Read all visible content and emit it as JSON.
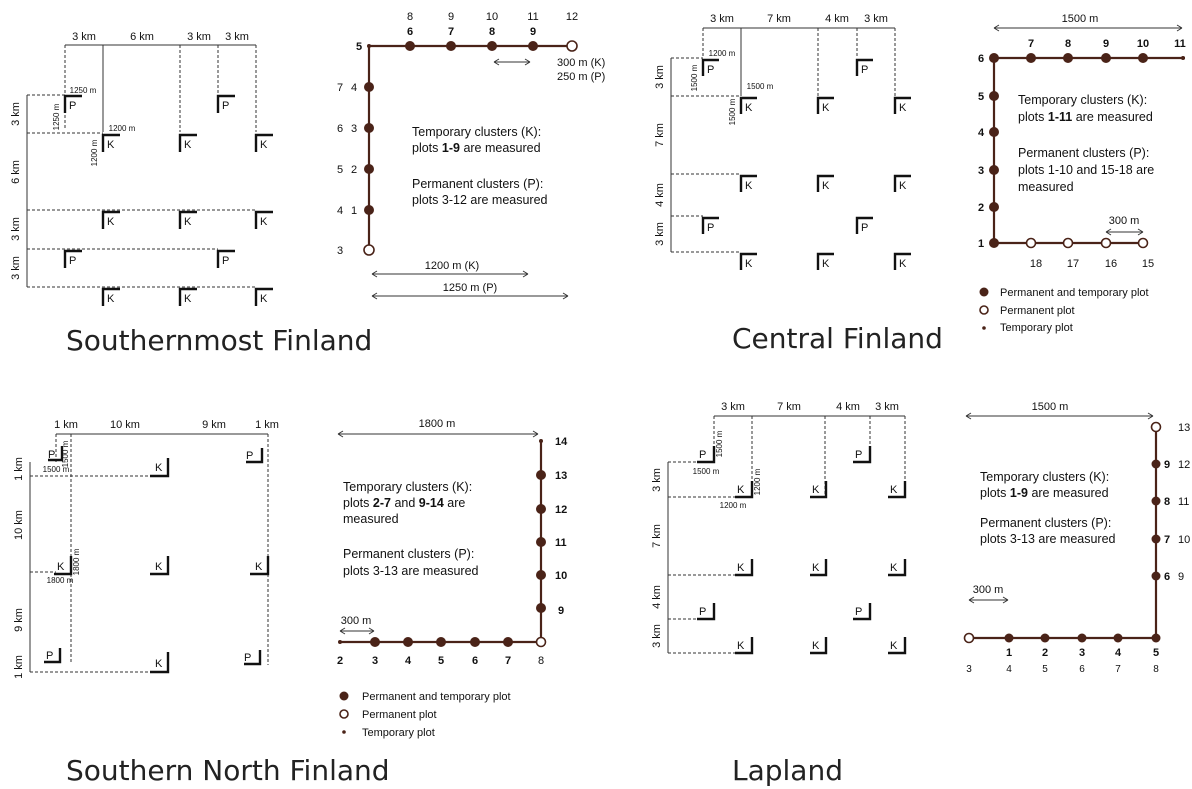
{
  "regions": {
    "south": {
      "title": "Southernmost Finland",
      "top_dims": [
        "3 km",
        "6 km",
        "3 km",
        "3 km"
      ],
      "left_dims": [
        "3 km",
        "6 km",
        "3 km",
        "3 km"
      ],
      "small": {
        "a": "1250 m",
        "b": "1250 m",
        "c": "1200 m",
        "d": "1200 m"
      },
      "top_nums": [
        "8",
        "9",
        "10",
        "11",
        "12"
      ],
      "row_nums": [
        "6",
        "7",
        "8",
        "9"
      ],
      "col_nums_left": [
        "7",
        "6",
        "5",
        "4",
        "3"
      ],
      "col_nums_right": [
        "4",
        "3",
        "2",
        "1"
      ],
      "corner": "5",
      "dist_300_k": "300 m (K)",
      "dist_250_p": "250 m (P)",
      "dist_1200": "1200 m (K)",
      "dist_1250": "1250 m (P)",
      "note_k": "Temporary clusters (K):",
      "note_k2_pre": "plots ",
      "note_k2_bold": "1-9",
      "note_k2_post": " are measured",
      "note_p": "Permanent clusters (P):",
      "note_p2": "plots 3-12 are measured"
    },
    "central": {
      "title": "Central Finland",
      "top_dims": [
        "3 km",
        "7 km",
        "4 km",
        "3 km"
      ],
      "left_dims": [
        "3 km",
        "7 km",
        "4 km",
        "3 km"
      ],
      "small": {
        "a": "1200 m",
        "b": "1500 m",
        "c": "1500 m",
        "d": "1500 m"
      },
      "dist_top": "1500 m",
      "top_nums": [
        "7",
        "8",
        "9",
        "10",
        "11"
      ],
      "left_nums": [
        "6",
        "5",
        "4",
        "3",
        "2",
        "1"
      ],
      "bottom_nums": [
        "18",
        "17",
        "16",
        "15"
      ],
      "dist_300": "300 m",
      "note_k": "Temporary clusters (K):",
      "note_k2_pre": "plots ",
      "note_k2_bold": "1-11",
      "note_k2_post": " are measured",
      "note_p": "Permanent clusters (P):",
      "note_p2": "plots 1-10 and 15-18 are",
      "note_p3": "measured",
      "legend": [
        "Permanent and temporary plot",
        "Permanent plot",
        "Temporary plot"
      ]
    },
    "snorth": {
      "title": "Southern North Finland",
      "top_dims": [
        "1 km",
        "10 km",
        "9 km",
        "1 km"
      ],
      "left_dims": [
        "1 km",
        "10 km",
        "9 km",
        "1 km"
      ],
      "small": {
        "a": "1500 m",
        "b": "1500 m",
        "c": "1800 m",
        "d": "1800 m"
      },
      "dist_top": "1800 m",
      "right_nums": [
        "14",
        "13",
        "12",
        "11",
        "10",
        "9"
      ],
      "bottom_nums": [
        "2",
        "3",
        "4",
        "5",
        "6",
        "7",
        "8"
      ],
      "dist_300": "300 m",
      "note_k": "Temporary clusters (K):",
      "note_k2_pre": "plots ",
      "note_k2_bold1": "2-7",
      "note_k2_mid": " and ",
      "note_k2_bold2": "9-14",
      "note_k2_post": " are",
      "note_k3": "measured",
      "note_p": "Permanent clusters (P):",
      "note_p2": "plots 3-13 are measured",
      "legend": [
        "Permanent and temporary plot",
        "Permanent plot",
        "Temporary plot"
      ]
    },
    "lapland": {
      "title": "Lapland",
      "top_dims": [
        "3 km",
        "7 km",
        "4 km",
        "3 km"
      ],
      "left_dims": [
        "3 km",
        "7 km",
        "4 km",
        "3 km"
      ],
      "small": {
        "a": "1500 m",
        "b": "1500 m",
        "c": "1200 m",
        "d": "1200 m"
      },
      "dist_top": "1500 m",
      "right_nums_k": [
        "9",
        "8",
        "7",
        "6"
      ],
      "right_nums_p": [
        "13",
        "12",
        "11",
        "10",
        "9"
      ],
      "bottom_nums_k": [
        "1",
        "2",
        "3",
        "4",
        "5"
      ],
      "bottom_nums_p": [
        "3",
        "4",
        "5",
        "6",
        "7",
        "8"
      ],
      "dist_300": "300 m",
      "note_k": "Temporary clusters (K):",
      "note_k2_pre": "plots ",
      "note_k2_bold": "1-9",
      "note_k2_post": " are measured",
      "note_p": "Permanent clusters (P):",
      "note_p2": "plots 3-13 are measured"
    }
  },
  "labels": {
    "k": "K",
    "p": "P"
  },
  "colors": {
    "plot": "#4a2318",
    "line": "#333333"
  }
}
